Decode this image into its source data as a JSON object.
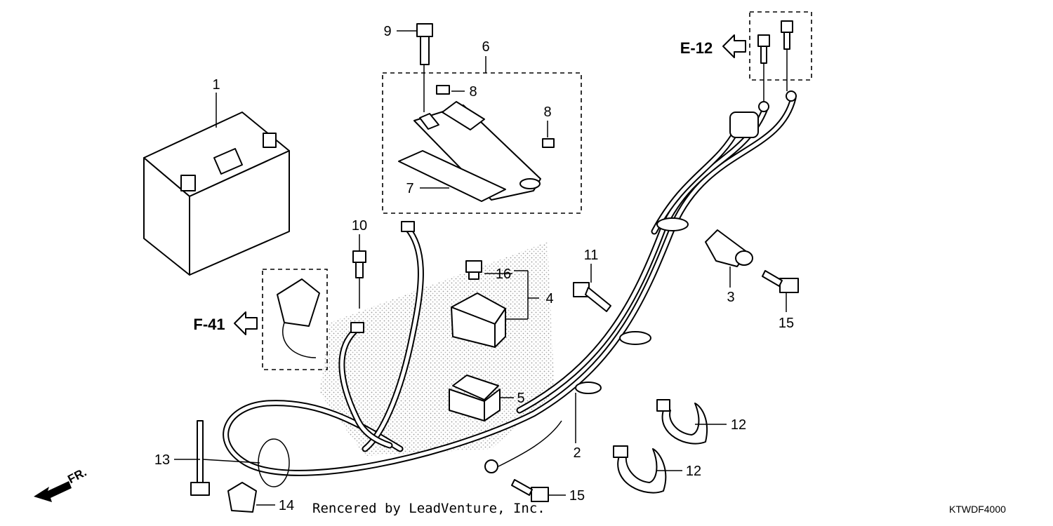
{
  "callouts": {
    "c1": "1",
    "c2": "2",
    "c3": "3",
    "c4": "4",
    "c5": "5",
    "c6": "6",
    "c7": "7",
    "c8a": "8",
    "c8b": "8",
    "c9": "9",
    "c10": "10",
    "c11": "11",
    "c12a": "12",
    "c12b": "12",
    "c13": "13",
    "c14": "14",
    "c15a": "15",
    "c15b": "15",
    "c16": "16"
  },
  "references": {
    "e12": "E-12",
    "f41": "F-41"
  },
  "front_marker": "FR.",
  "credit": "Rencered by LeadVenture, Inc.",
  "diagram_code": "KTWDF4000",
  "icons": [
    "arrow-left-outline-icon",
    "front-direction-arrow-icon"
  ]
}
